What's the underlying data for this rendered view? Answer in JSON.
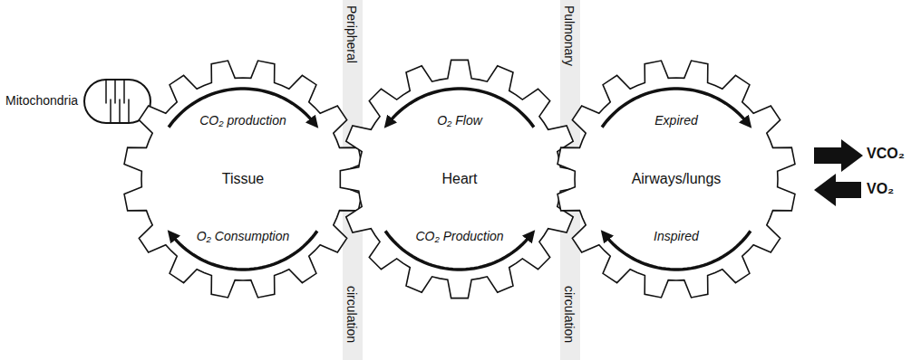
{
  "diagram": {
    "nodes": [
      {
        "text": [
          "Mitochondria"
        ]
      },
      {
        "text": [
          "CO₂ production",
          "Tissue",
          "O₂ Consumption"
        ]
      },
      {
        "text": [
          "O₂ Flow",
          "Heart",
          "CO₂ Production"
        ]
      },
      {
        "text": [
          "Expired",
          "Airways/lungs",
          "Inspired"
        ]
      }
    ],
    "labels": [
      "Peripheral",
      "circulation",
      "Pulmonary",
      "circulation",
      "VCO₂",
      "VO₂"
    ]
  }
}
